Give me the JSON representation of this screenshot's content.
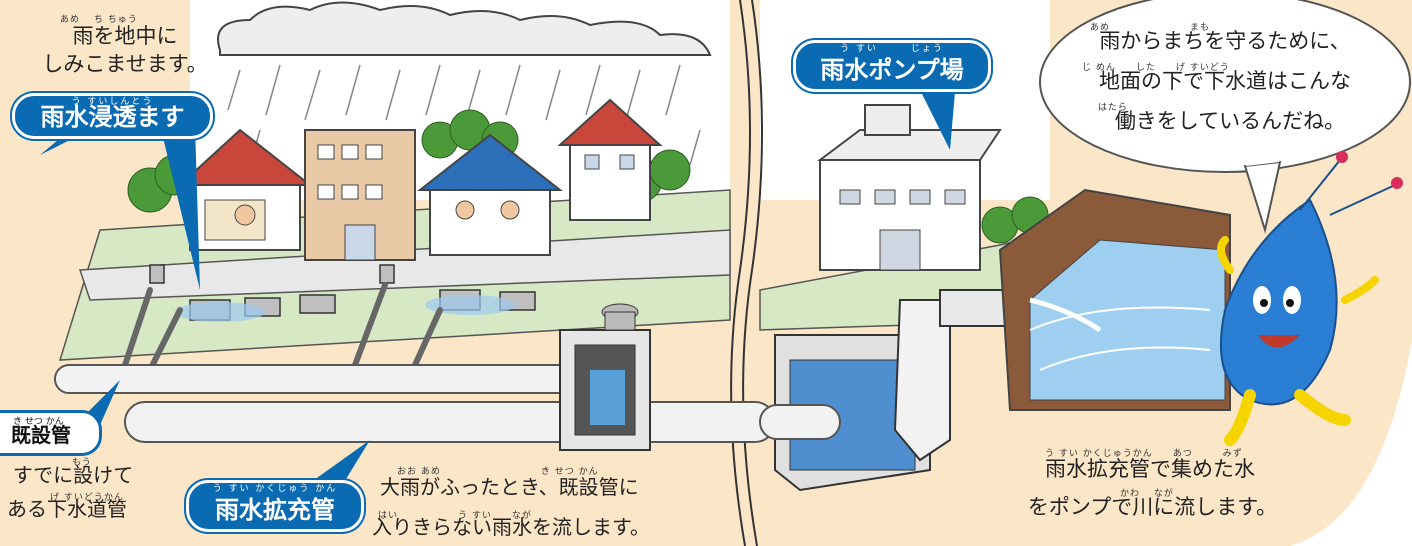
{
  "labels": {
    "infiltration": {
      "ruby": "う すいしんとう",
      "text": "雨水浸透ます"
    },
    "pump": {
      "ruby": "う すい　　　じょう",
      "text": "雨水ポンプ場"
    },
    "existing": {
      "ruby": "き せつ かん",
      "text": "既設管"
    },
    "expansion": {
      "ruby": "う すい かくじゅう かん",
      "text": "雨水拡充管"
    }
  },
  "texts": {
    "infiltration_desc": {
      "ruby": "あめ　 ち ちゅう",
      "line1": "雨を地中に",
      "line2": "しみこませます。"
    },
    "existing_desc": {
      "ruby1": "もう",
      "line1": "すでに設けて",
      "ruby2": "げ すいどうかん",
      "line2": "ある下水道管"
    },
    "expansion_desc": {
      "ruby1": "おお あめ　　　　　　　　　　き せつ かん",
      "line1": "大雨がふったとき、既設管に",
      "ruby2": "はい　　　　　　う すい　　なが",
      "line2": "入りきらない雨水を流します。"
    },
    "pump_desc": {
      "ruby1": "う すい かくじゅうかん　　あつ　　　みず",
      "line1": "雨水拡充管で集めた水",
      "ruby2": "かわ　 なが",
      "line2": "をポンプで川に流します。"
    }
  },
  "speech": {
    "ruby1": "あめ　　　　　　　　まも",
    "line1": "雨からまちを守るために、",
    "ruby2": "じ めん　　した　　げ すいどう",
    "line2": "地面の下で下水道はこんな",
    "ruby3": "はたら",
    "line3": "働きをしているんだね。"
  },
  "colors": {
    "label_blue": "#0a6bb3",
    "background_peach": "#fbe6c8",
    "mascot_blue": "#2a7fd4",
    "mascot_yellow": "#f5d400",
    "water": "#5aa0d8"
  },
  "icons": [
    "rain-cloud",
    "house-red-roof",
    "house-blue-roof",
    "building",
    "pump-station",
    "raindrop-mascot",
    "river"
  ]
}
